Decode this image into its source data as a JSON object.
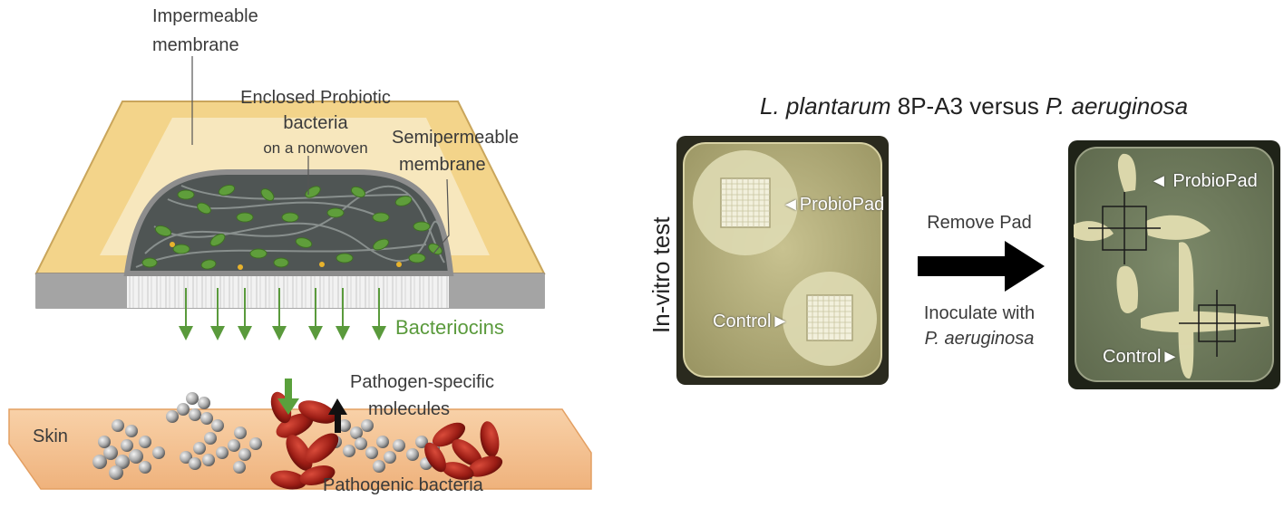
{
  "left_diagram": {
    "impermeable_label_1": "Impermeable",
    "impermeable_label_2": "membrane",
    "enclosed_label_1": "Enclosed Probiotic",
    "enclosed_label_2": "bacteria",
    "enclosed_label_3": "on a nonwoven",
    "semipermeable_label_1": "Semipermeable",
    "semipermeable_label_2": "membrane",
    "bacteriocins_label": "Bacteriocins",
    "pathogen_specific_label_1": "Pathogen-specific",
    "pathogen_specific_label_2": "molecules",
    "skin_label": "Skin",
    "pathogenic_label": "Pathogenic bacteria"
  },
  "right_diagram": {
    "title_species_1": "L. plantarum",
    "title_middle": " 8P-A3 versus ",
    "title_species_2": "P. aeruginosa",
    "invitro_label": "In-vitro test",
    "probiopad_left": "◄ProbioPad",
    "control_left": "Control►",
    "remove_pad": "Remove Pad",
    "inoculate_1": "Inoculate with",
    "inoculate_2": "P. aeruginosa",
    "probiopad_right": "◄ ProbioPad",
    "control_right": "Control►"
  },
  "colors": {
    "frame_yellow": "#f3d48a",
    "bacteriocin_green": "#5a9a3c",
    "skin": "#f6c89a",
    "pathogen_red": "#a3201a",
    "agar": "#b7b07a",
    "plate_frame": "#2a2a1e"
  }
}
